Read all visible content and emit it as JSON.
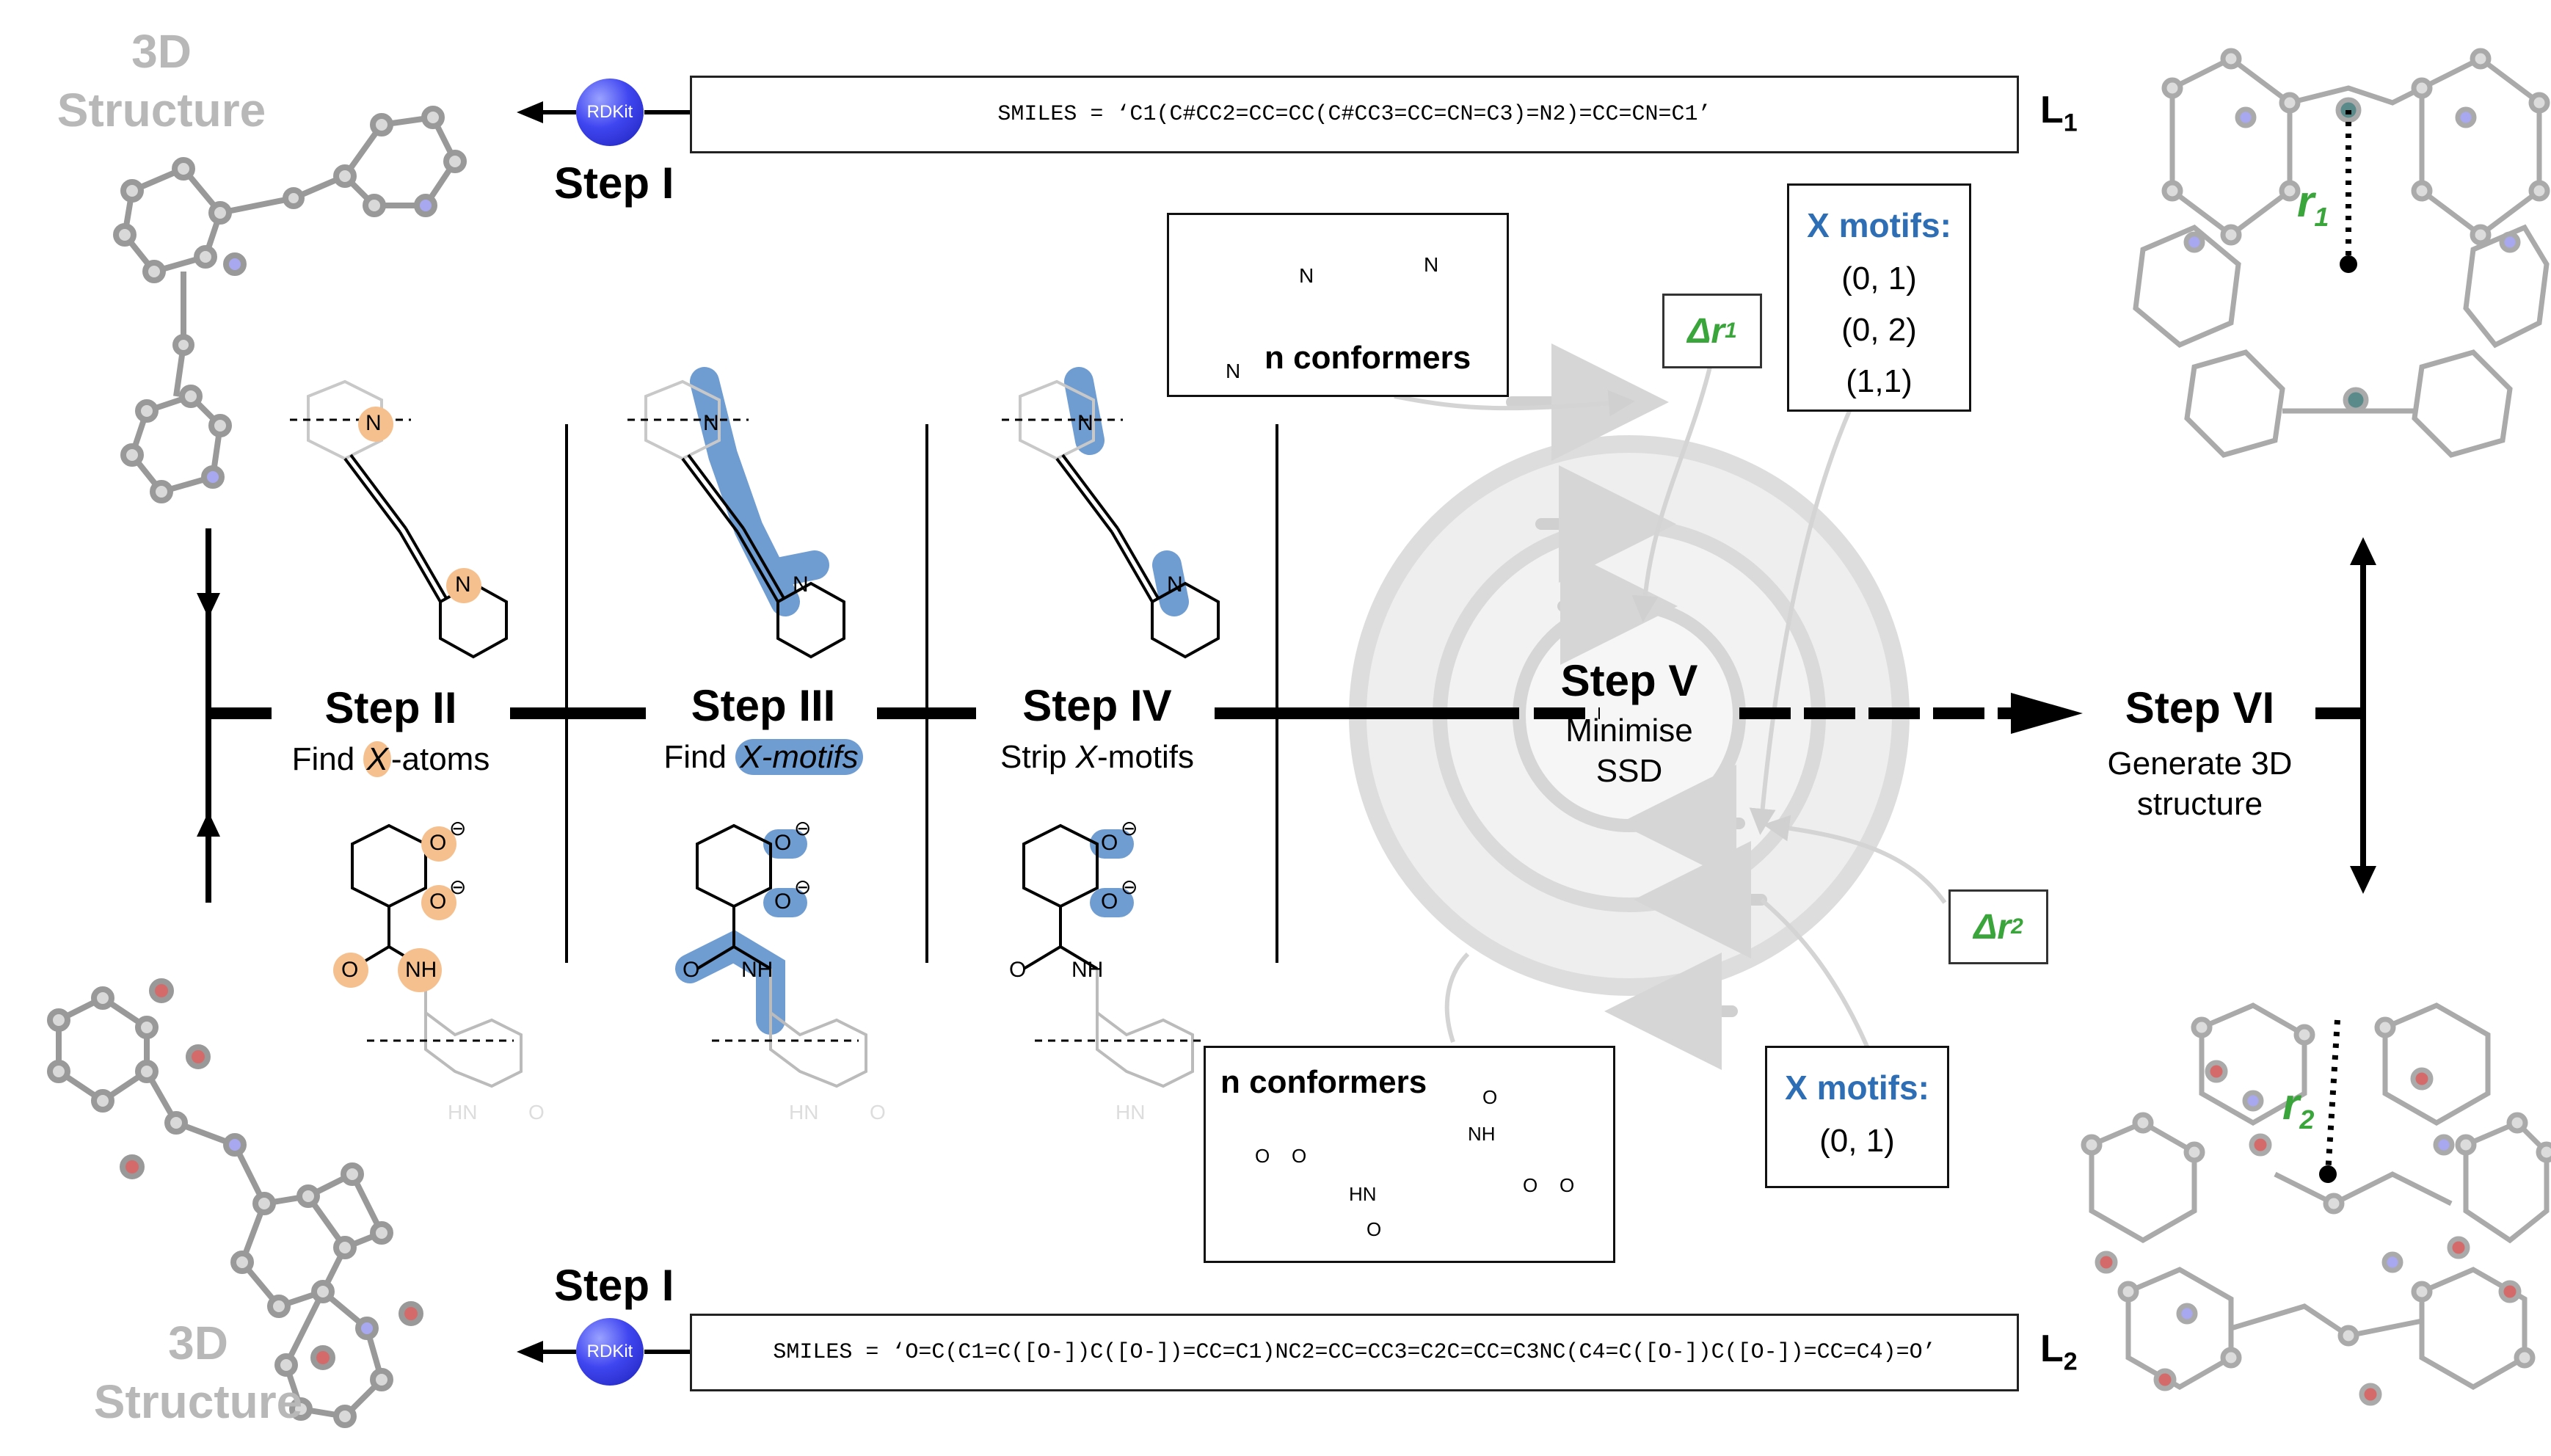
{
  "steps": {
    "step1_top": "Step I",
    "step1_bottom": "Step I",
    "step2": {
      "title": "Step II",
      "sub_pre": "Find ",
      "sub_hl": "X",
      "sub_post": "-atoms"
    },
    "step3": {
      "title": "Step III",
      "sub_pre": "Find ",
      "sub_hl": "X-motifs"
    },
    "step4": {
      "title": "Step IV",
      "sub_pre": "Strip ",
      "sub_it": "X",
      "sub_post": "-motifs"
    },
    "step5": {
      "title": "Step V",
      "sub1": "Minimise",
      "sub2": "SSD"
    },
    "step6": {
      "title": "Step VI",
      "sub1": "Generate 3D",
      "sub2": "structure"
    }
  },
  "structure_label": {
    "line1": "3D",
    "line2": "Structure"
  },
  "rdkit_label": "RDKit",
  "smiles_top": "SMILES = ‘C1(C#CC2=CC=CC(C#CC3=CC=CN=C3)=N2)=CC=CN=C1’",
  "smiles_bottom": "SMILES = ‘O=C(C1=C([O-])C([O-])=CC=C1)NC2=CC=CC3=C2C=CC=C3NC(C4=C([O-])C([O-])=CC=C4)=O’",
  "ligands": {
    "top": {
      "main": "L",
      "sub": "1"
    },
    "bottom": {
      "main": "L",
      "sub": "2"
    }
  },
  "conformers_label": "n conformers",
  "motifs_top": {
    "title": "X motifs:",
    "items": [
      "(0, 1)",
      "(0, 2)",
      "(1,1)"
    ]
  },
  "motifs_bottom": {
    "title": "X motifs:",
    "items": [
      "(0, 1)"
    ]
  },
  "delta_r1": {
    "main": "Δr",
    "sub": "1"
  },
  "delta_r2": {
    "main": "Δr",
    "sub": "2"
  },
  "r1": {
    "main": "r",
    "sub": "1"
  },
  "r2": {
    "main": "r",
    "sub": "2"
  },
  "atoms": {
    "N": "N",
    "NH": "NH",
    "O": "O",
    "HN": "HN",
    "minus": "⊖"
  },
  "colors": {
    "atom_highlight": "#f6c08e",
    "motif_highlight": "#6f9dd2",
    "motif_title": "#2e6eb5",
    "delta": "#3aa53a",
    "spiral": "#e3e3e3",
    "rdkit": "#3a3ff0"
  }
}
